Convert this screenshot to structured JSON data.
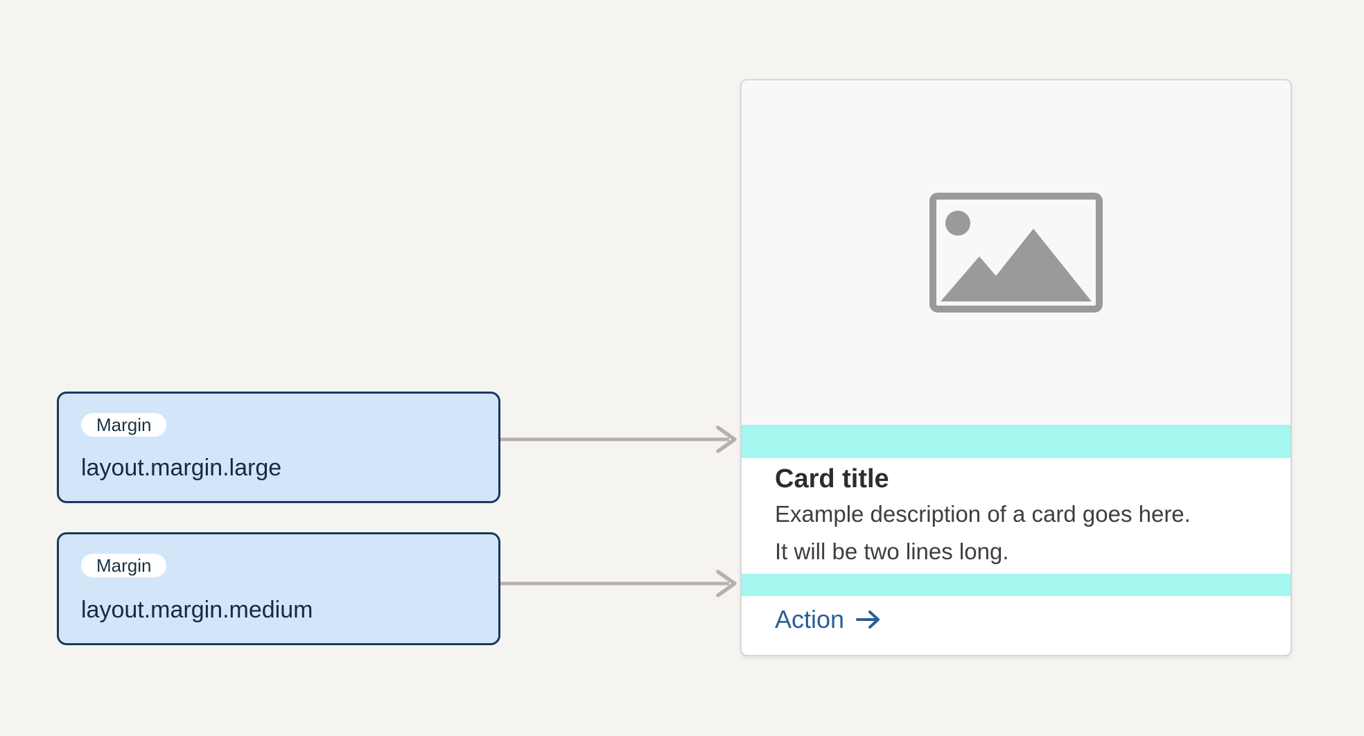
{
  "colors": {
    "page_bg": "#f6f4f1",
    "token_fill": "#d3e5f8",
    "token_border": "#17395c",
    "token_text": "#132c3f",
    "badge_bg": "#ffffff",
    "badge_text": "#1b3343",
    "highlight": "#a3f7ef",
    "arrow_gray": "#b9b0ad",
    "card_bg": "#ffffff",
    "card_border": "#d6d6d6",
    "image_area_bg": "#f8f8f8",
    "icon_gray": "#9a9a9a",
    "title_text": "#2e2d2c",
    "desc_text": "#3f3e3d",
    "action_blue": "#275f96"
  },
  "tokens": [
    {
      "badge": "Margin",
      "name": "layout.margin.large"
    },
    {
      "badge": "Margin",
      "name": "layout.margin.medium"
    }
  ],
  "card": {
    "title": "Card title",
    "description_lines": [
      "Example description of a card goes here.",
      "It will be two lines long."
    ],
    "action_label": "Action"
  }
}
